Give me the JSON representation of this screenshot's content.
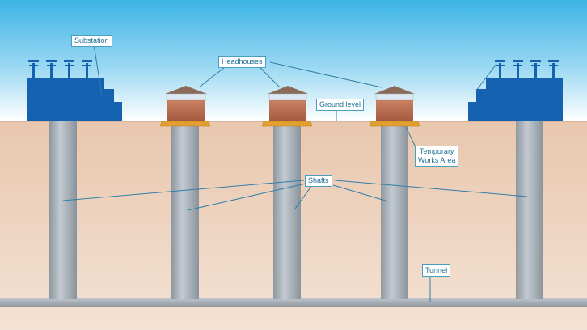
{
  "labels": {
    "substation": "Substation",
    "headhouses": "Headhouses",
    "ground_level": "Ground level",
    "temporary_works_area_line1": "Temporary",
    "temporary_works_area_line2": "Works Area",
    "shafts": "Shafts",
    "tunnel": "Tunnel"
  },
  "colors": {
    "sky_top": "#3bb4e6",
    "sky_bottom": "#ffffff",
    "ground_top": "#e8c7ae",
    "ground_bottom": "#f4e2d4",
    "shaft": "#9aa3ac",
    "shaft_highlight": "#c3cad1",
    "substation": "#1563b0",
    "headhouse_body": "#b56a4d",
    "headhouse_band": "#dce9f2",
    "headhouse_roof": "#8c6a58",
    "works_area": "#e2a030",
    "leader_line": "#2f7fa8"
  }
}
